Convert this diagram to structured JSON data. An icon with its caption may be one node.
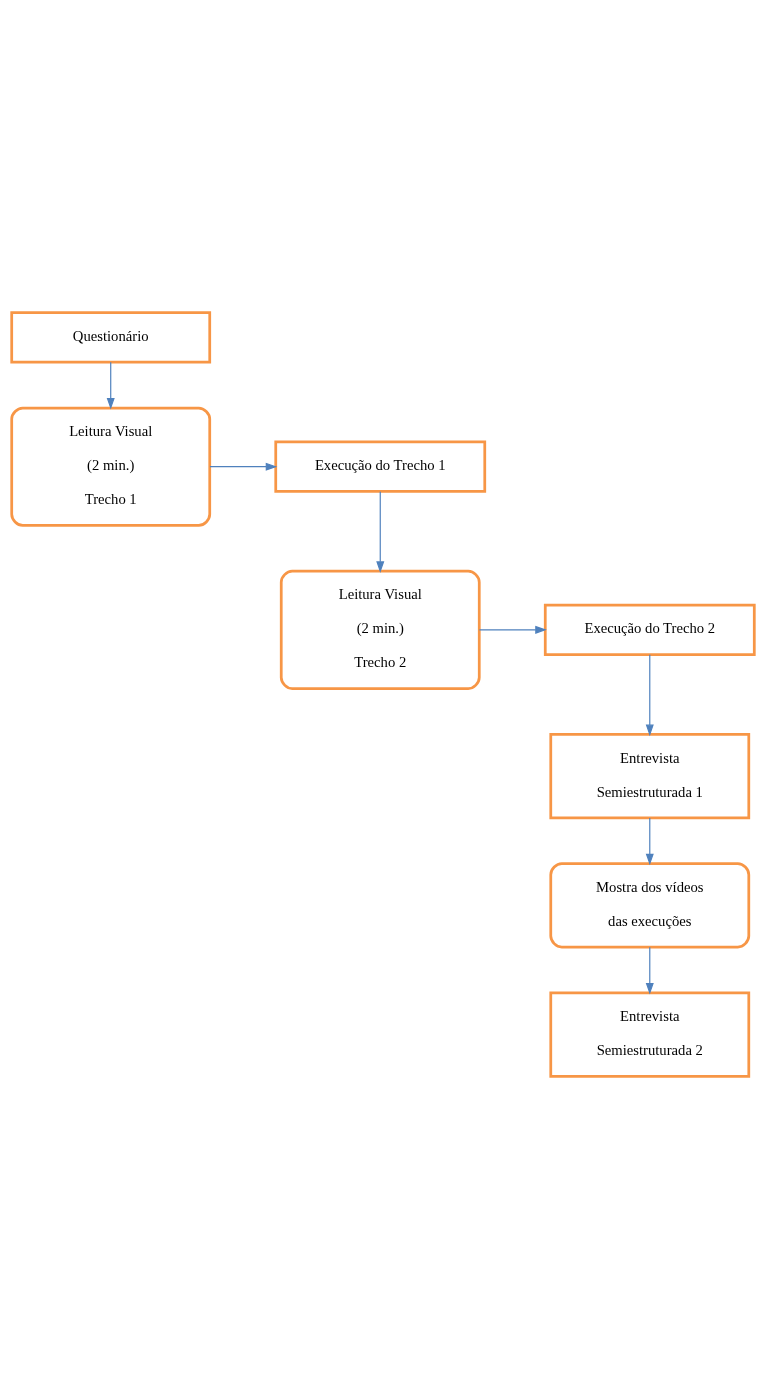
{
  "diagram": {
    "nodes": [
      {
        "text": [
          "Questionário"
        ]
      },
      {
        "text": [
          "Leitura Visual",
          "(2 min.)",
          "Trecho 1"
        ]
      },
      {
        "text": [
          "Execução do Trecho 1"
        ]
      },
      {
        "text": [
          "Leitura Visual",
          "(2 min.)",
          "Trecho 2"
        ]
      },
      {
        "text": [
          "Execução do Trecho 2"
        ]
      },
      {
        "text": [
          "Entrevista",
          "Semiestruturada 1"
        ]
      },
      {
        "text": [
          "Mostra dos vídeos",
          "das execuções"
        ]
      },
      {
        "text": [
          "Entrevista",
          "Semiestruturada 2"
        ]
      }
    ],
    "edges": [
      {
        "from": 0,
        "to": 1,
        "arrow": "to"
      },
      {
        "from": 1,
        "to": 2,
        "arrow": "to"
      },
      {
        "from": 2,
        "to": 3,
        "arrow": "to"
      },
      {
        "from": 3,
        "to": 4,
        "arrow": "to"
      },
      {
        "from": 4,
        "to": 5,
        "arrow": "to"
      },
      {
        "from": 5,
        "to": 6,
        "arrow": "to"
      },
      {
        "from": 6,
        "to": 7,
        "arrow": "to"
      }
    ]
  }
}
